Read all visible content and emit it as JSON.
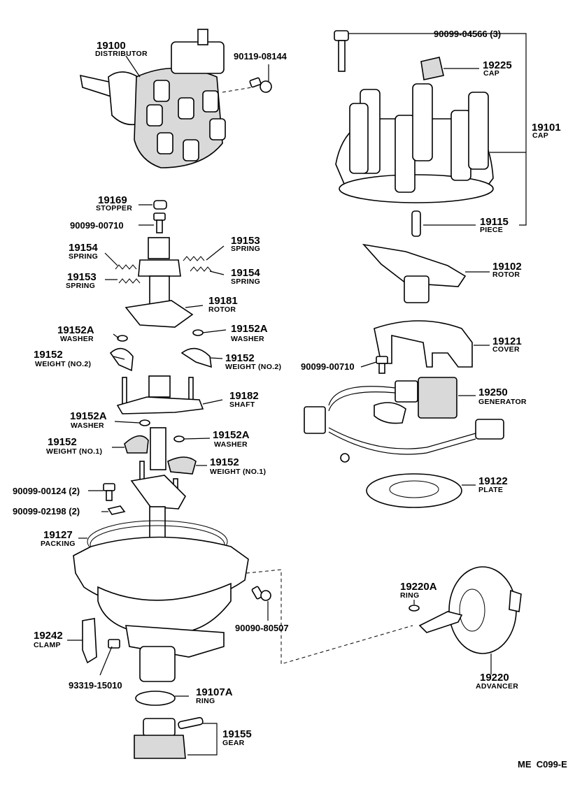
{
  "parts": {
    "p19100": {
      "num": "19100",
      "name": "DISTRIBUTOR"
    },
    "p90119": {
      "num": "90119-08144"
    },
    "p90099_04566": {
      "num": "90099-04566 (3)"
    },
    "p19225": {
      "num": "19225",
      "name": "CAP"
    },
    "p19101": {
      "num": "19101",
      "name": "CAP"
    },
    "p19115": {
      "num": "19115",
      "name": "PIECE"
    },
    "p19169": {
      "num": "19169",
      "name": "STOPPER"
    },
    "p90099_00710a": {
      "num": "90099-00710"
    },
    "p19153a": {
      "num": "19153",
      "name": "SPRING"
    },
    "p19154a": {
      "num": "19154",
      "name": "SPRING"
    },
    "p19153b": {
      "num": "19153",
      "name": "SPRING"
    },
    "p19154b": {
      "num": "19154",
      "name": "SPRING"
    },
    "p19102": {
      "num": "19102",
      "name": "ROTOR"
    },
    "p19181": {
      "num": "19181",
      "name": "ROTOR"
    },
    "p19152A_l1": {
      "num": "19152A",
      "name": "WASHER"
    },
    "p19152A_r1": {
      "num": "19152A",
      "name": "WASHER"
    },
    "p19152_l2": {
      "num": "19152",
      "name": "WEIGHT (NO.2)"
    },
    "p19152_r2": {
      "num": "19152",
      "name": "WEIGHT (NO.2)"
    },
    "p19121": {
      "num": "19121",
      "name": "COVER"
    },
    "p90099_00710b": {
      "num": "90099-00710"
    },
    "p19182": {
      "num": "19182",
      "name": "SHAFT"
    },
    "p19250": {
      "num": "19250",
      "name": "GENERATOR"
    },
    "p19152A_l3": {
      "num": "19152A",
      "name": "WASHER"
    },
    "p19152A_r3": {
      "num": "19152A",
      "name": "WASHER"
    },
    "p19152_l1": {
      "num": "19152",
      "name": "WEIGHT (NO.1)"
    },
    "p19152_r1": {
      "num": "19152",
      "name": "WEIGHT (NO.1)"
    },
    "p19122": {
      "num": "19122",
      "name": "PLATE"
    },
    "p90099_00124": {
      "num": "90099-00124 (2)"
    },
    "p90099_02198": {
      "num": "90099-02198 (2)"
    },
    "p19127": {
      "num": "19127",
      "name": "PACKING"
    },
    "p19220A": {
      "num": "19220A",
      "name": "RING"
    },
    "p90090_80507": {
      "num": "90090-80507"
    },
    "p19242": {
      "num": "19242",
      "name": "CLAMP"
    },
    "p93319": {
      "num": "93319-15010"
    },
    "p19107A": {
      "num": "19107A",
      "name": "RING"
    },
    "p19220": {
      "num": "19220",
      "name": "ADVANCER"
    },
    "p19155": {
      "num": "19155",
      "name": "GEAR"
    }
  },
  "footer": {
    "code": "ME  C099-E"
  }
}
